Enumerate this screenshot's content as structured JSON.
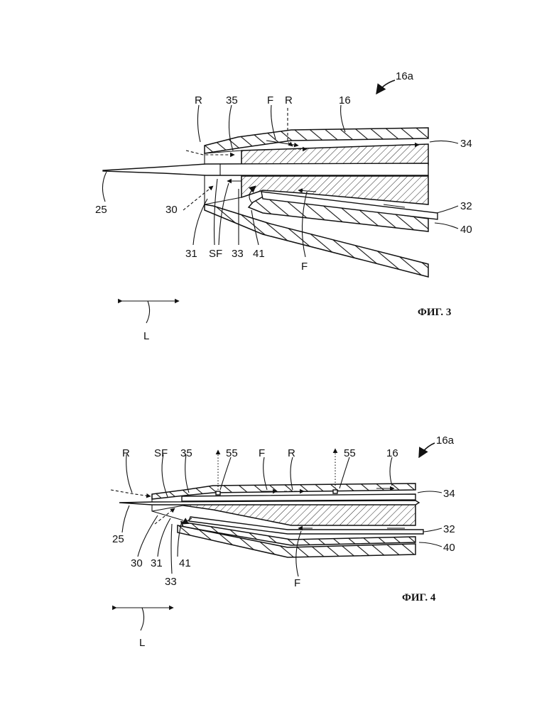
{
  "figures": [
    {
      "id": "fig3",
      "caption": "ФИГ. 3",
      "labels": {
        "ref_16a": "16a",
        "R1": "R",
        "n35": "35",
        "F": "F",
        "R2": "R",
        "n16": "16",
        "n34": "34",
        "n32": "32",
        "n40": "40",
        "n25": "25",
        "n30": "30",
        "n31": "31",
        "SF": "SF",
        "n33": "33",
        "n41": "41",
        "F2": "F",
        "L": "L"
      }
    },
    {
      "id": "fig4",
      "caption": "ФИГ. 4",
      "labels": {
        "ref_16a": "16a",
        "R1": "R",
        "SF": "SF",
        "n35": "35",
        "n55a": "55",
        "F": "F",
        "R2": "R",
        "n55b": "55",
        "n16": "16",
        "n34": "34",
        "n32": "32",
        "n40": "40",
        "n25": "25",
        "n30": "30",
        "n31": "31",
        "n41": "41",
        "n33": "33",
        "F2": "F",
        "L": "L"
      }
    }
  ]
}
